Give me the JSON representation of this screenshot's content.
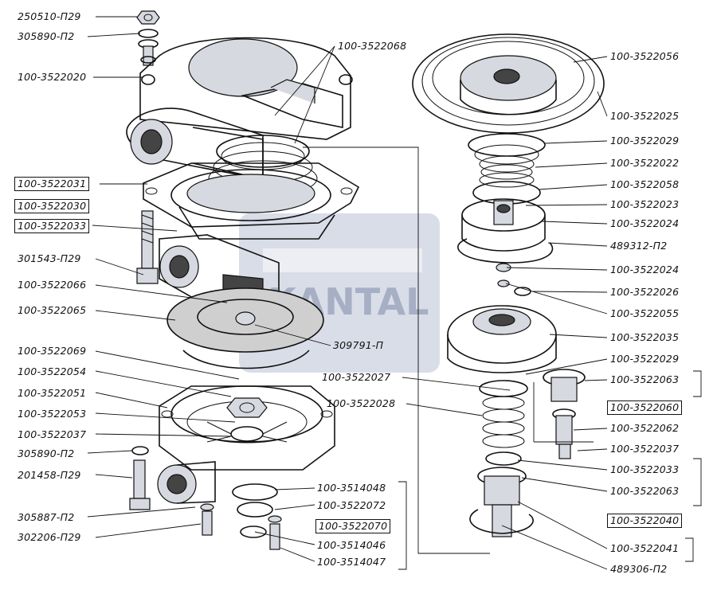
{
  "labels_left": [
    {
      "text": "250510-П29",
      "name": "label-250510-p29"
    },
    {
      "text": "305890-П2",
      "name": "label-305890-p2-top"
    },
    {
      "text": "100-3522020",
      "name": "label-100-3522020"
    },
    {
      "text": "100-3522031",
      "name": "label-100-3522031",
      "boxed": true
    },
    {
      "text": "100-3522030",
      "name": "label-100-3522030",
      "boxed": true
    },
    {
      "text": "100-3522033",
      "name": "label-100-3522033-left",
      "boxed": true
    },
    {
      "text": "301543-П29",
      "name": "label-301543-p29"
    },
    {
      "text": "100-3522066",
      "name": "label-100-3522066"
    },
    {
      "text": "100-3522065",
      "name": "label-100-3522065"
    },
    {
      "text": "100-3522069",
      "name": "label-100-3522069"
    },
    {
      "text": "100-3522054",
      "name": "label-100-3522054"
    },
    {
      "text": "100-3522051",
      "name": "label-100-3522051"
    },
    {
      "text": "100-3522053",
      "name": "label-100-3522053"
    },
    {
      "text": "100-3522037",
      "name": "label-100-3522037-left"
    },
    {
      "text": "305890-П2",
      "name": "label-305890-p2-bottom"
    },
    {
      "text": "201458-П29",
      "name": "label-201458-p29"
    },
    {
      "text": "305887-П2",
      "name": "label-305887-p2"
    },
    {
      "text": "302206-П29",
      "name": "label-302206-p29"
    }
  ],
  "labels_center": [
    {
      "text": "100-3522068",
      "name": "label-100-3522068"
    },
    {
      "text": "309791-П",
      "name": "label-309791-p"
    },
    {
      "text": "100-3522027",
      "name": "label-100-3522027"
    },
    {
      "text": "100-3522028",
      "name": "label-100-3522028"
    },
    {
      "text": "100-3514048",
      "name": "label-100-3514048"
    },
    {
      "text": "100-3522072",
      "name": "label-100-3522072"
    },
    {
      "text": "100-3522070",
      "name": "label-100-3522070",
      "boxed": true
    },
    {
      "text": "100-3514046",
      "name": "label-100-3514046"
    },
    {
      "text": "100-3514047",
      "name": "label-100-3514047"
    }
  ],
  "labels_right": [
    {
      "text": "100-3522056",
      "name": "label-100-3522056"
    },
    {
      "text": "100-3522025",
      "name": "label-100-3522025"
    },
    {
      "text": "100-3522029",
      "name": "label-100-3522029-top"
    },
    {
      "text": "100-3522022",
      "name": "label-100-3522022"
    },
    {
      "text": "100-3522058",
      "name": "label-100-3522058"
    },
    {
      "text": "100-3522023",
      "name": "label-100-3522023"
    },
    {
      "text": "100-3522024",
      "name": "label-100-3522024-top"
    },
    {
      "text": "489312-П2",
      "name": "label-489312-p2"
    },
    {
      "text": "100-3522024",
      "name": "label-100-3522024-bottom"
    },
    {
      "text": "100-3522026",
      "name": "label-100-3522026"
    },
    {
      "text": "100-3522055",
      "name": "label-100-3522055"
    },
    {
      "text": "100-3522035",
      "name": "label-100-3522035"
    },
    {
      "text": "100-3522029",
      "name": "label-100-3522029-bottom"
    },
    {
      "text": "100-3522063",
      "name": "label-100-3522063-top"
    },
    {
      "text": "100-3522060",
      "name": "label-100-3522060",
      "boxed": true
    },
    {
      "text": "100-3522062",
      "name": "label-100-3522062"
    },
    {
      "text": "100-3522037",
      "name": "label-100-3522037-right"
    },
    {
      "text": "100-3522033",
      "name": "label-100-3522033-right"
    },
    {
      "text": "100-3522063",
      "name": "label-100-3522063-bottom"
    },
    {
      "text": "100-3522040",
      "name": "label-100-3522040",
      "boxed": true
    },
    {
      "text": "100-3522041",
      "name": "label-100-3522041"
    },
    {
      "text": "489306-П2",
      "name": "label-489306-p2"
    }
  ],
  "watermark": {
    "text": "KANTAL"
  }
}
